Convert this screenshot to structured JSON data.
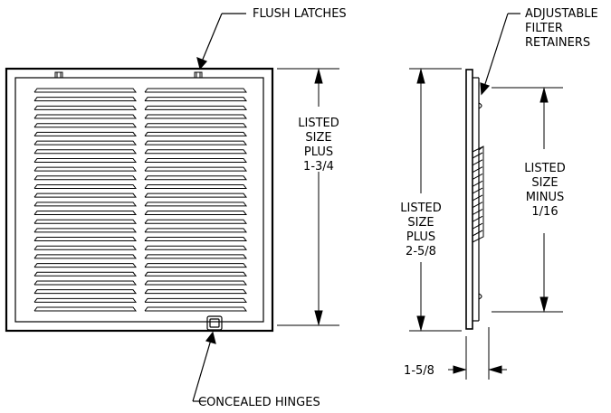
{
  "callouts": {
    "flush_latches": "FLUSH LATCHES",
    "concealed_hinges": "CONCEALED HINGES",
    "adjustable_filter_retainers": [
      "ADJUSTABLE",
      "FILTER",
      "RETAINERS"
    ]
  },
  "dimensions": {
    "front_height": [
      "LISTED",
      "SIZE",
      "PLUS",
      "1-3/4"
    ],
    "side_height": [
      "LISTED",
      "SIZE",
      "PLUS",
      "2-5/8"
    ],
    "filter_opening": [
      "LISTED",
      "SIZE",
      "MINUS",
      "1/16"
    ],
    "depth": "1-5/8"
  },
  "grille": {
    "louver_rows": 26,
    "louver_columns": 2
  },
  "colors": {
    "line": "#000000",
    "background": "#ffffff"
  }
}
